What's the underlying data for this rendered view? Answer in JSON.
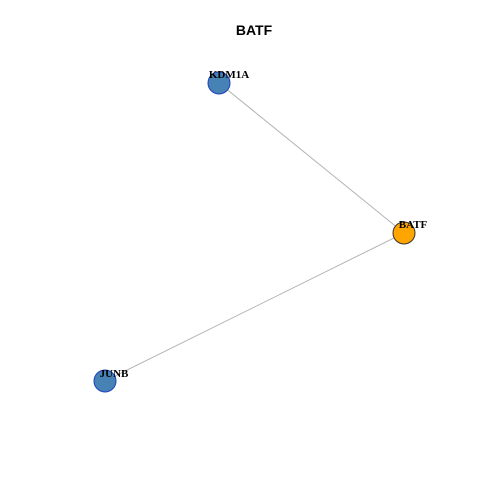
{
  "title": "BATF",
  "colors": {
    "edge": "#b3b3b3",
    "neighbor_fill": "#4682b4",
    "neighbor_stroke": "#1e3fbf",
    "focus_fill": "#ffa500",
    "focus_stroke": "#333333"
  },
  "nodes": [
    {
      "id": "KDM1A",
      "label": "KDM1A",
      "role": "neighbor"
    },
    {
      "id": "BATF",
      "label": "BATF",
      "role": "focus"
    },
    {
      "id": "JUNB",
      "label": "JUNB",
      "role": "neighbor"
    }
  ],
  "edges": [
    {
      "source": "KDM1A",
      "target": "BATF"
    },
    {
      "source": "JUNB",
      "target": "BATF"
    }
  ]
}
